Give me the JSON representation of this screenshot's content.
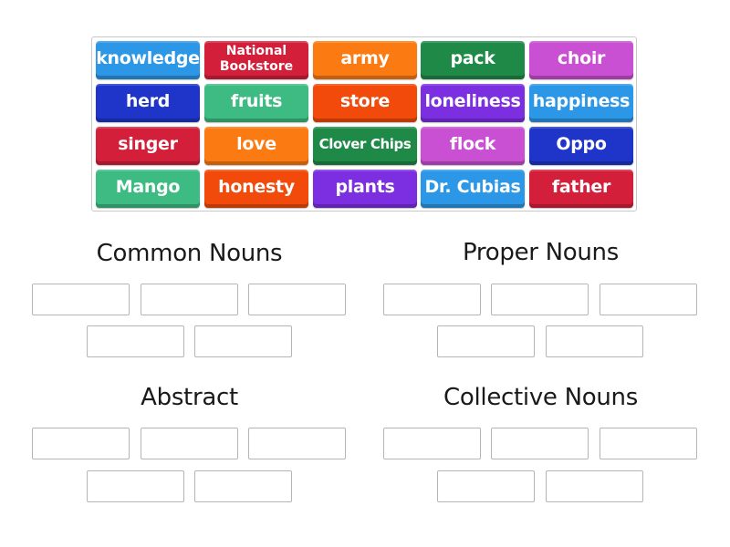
{
  "tiles": [
    {
      "label": "knowledge",
      "color": "#2b97e6",
      "row": 0,
      "col": 0,
      "size": "normal"
    },
    {
      "label": "National\nBookstore",
      "color": "#d41f3a",
      "row": 0,
      "col": 1,
      "size": "two"
    },
    {
      "label": "army",
      "color": "#fb7a12",
      "row": 0,
      "col": 2,
      "size": "normal"
    },
    {
      "label": "pack",
      "color": "#1f8a47",
      "row": 0,
      "col": 3,
      "size": "normal"
    },
    {
      "label": "choir",
      "color": "#c94fd3",
      "row": 0,
      "col": 4,
      "size": "normal"
    },
    {
      "label": "herd",
      "color": "#1f35c9",
      "row": 1,
      "col": 0,
      "size": "normal"
    },
    {
      "label": "fruits",
      "color": "#3dbb82",
      "row": 1,
      "col": 1,
      "size": "normal"
    },
    {
      "label": "store",
      "color": "#f14a0b",
      "row": 1,
      "col": 2,
      "size": "normal"
    },
    {
      "label": "loneliness",
      "color": "#7b2fe0",
      "row": 1,
      "col": 3,
      "size": "normal"
    },
    {
      "label": "happiness",
      "color": "#2b97e6",
      "row": 1,
      "col": 4,
      "size": "normal"
    },
    {
      "label": "singer",
      "color": "#d41f3a",
      "row": 2,
      "col": 0,
      "size": "normal"
    },
    {
      "label": "love",
      "color": "#fb7a12",
      "row": 2,
      "col": 1,
      "size": "normal"
    },
    {
      "label": "Clover Chips",
      "color": "#1f8a47",
      "row": 2,
      "col": 2,
      "size": "small"
    },
    {
      "label": "flock",
      "color": "#c94fd3",
      "row": 2,
      "col": 3,
      "size": "normal"
    },
    {
      "label": "Oppo",
      "color": "#1f35c9",
      "row": 2,
      "col": 4,
      "size": "normal"
    },
    {
      "label": "Mango",
      "color": "#3dbb82",
      "row": 3,
      "col": 0,
      "size": "normal"
    },
    {
      "label": "honesty",
      "color": "#f14a0b",
      "row": 3,
      "col": 1,
      "size": "normal"
    },
    {
      "label": "plants",
      "color": "#7b2fe0",
      "row": 3,
      "col": 2,
      "size": "normal"
    },
    {
      "label": "Dr. Cubias",
      "color": "#2b97e6",
      "row": 3,
      "col": 3,
      "size": "normal"
    },
    {
      "label": "father",
      "color": "#d41f3a",
      "row": 3,
      "col": 4,
      "size": "normal"
    }
  ],
  "groups": [
    {
      "title": "Common Nouns",
      "slots": 5
    },
    {
      "title": "Proper Nouns",
      "slots": 5
    },
    {
      "title": "Abstract",
      "slots": 5
    },
    {
      "title": "Collective Nouns",
      "slots": 5
    }
  ]
}
